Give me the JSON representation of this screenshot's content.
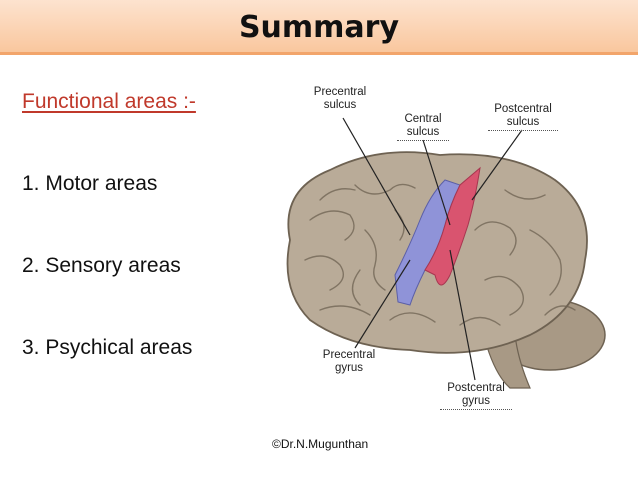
{
  "slide": {
    "title": "Summary",
    "heading": "Functional areas :-",
    "items": [
      "1.  Motor areas",
      "2.  Sensory areas",
      "3.  Psychical areas"
    ],
    "credit": "©Dr.N.Mugunthan"
  },
  "diagram": {
    "labels": {
      "precentral_sulcus_1": "Precentral",
      "precentral_sulcus_2": "sulcus",
      "central_sulcus_1": "Central",
      "central_sulcus_2": "sulcus",
      "postcentral_sulcus_1": "Postcentral",
      "postcentral_sulcus_2": "sulcus",
      "precentral_gyrus_1": "Precentral",
      "precentral_gyrus_2": "gyrus",
      "postcentral_gyrus_1": "Postcentral",
      "postcentral_gyrus_2": "gyrus"
    },
    "colors": {
      "brain": "#b9ab98",
      "precentral_gyrus": "#8f93d8",
      "postcentral_gyrus": "#d9546f",
      "title_bar": "#f9c79e"
    }
  }
}
